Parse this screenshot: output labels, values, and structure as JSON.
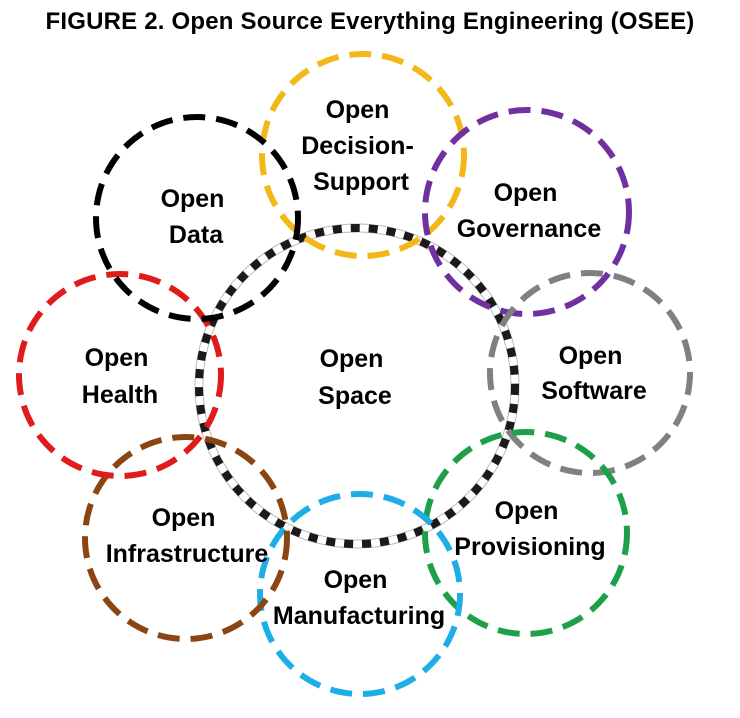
{
  "title": "FIGURE 2. Open Source Everything Engineering (OSEE)",
  "center": {
    "line1": "Open",
    "line2": "Space",
    "outline_color": "#1a1a1a"
  },
  "nodes": [
    {
      "id": "decision-support",
      "line1": "Open",
      "line2": "Decision-",
      "line3": "Support",
      "color": "#F2B81A"
    },
    {
      "id": "governance",
      "line1": "Open",
      "line2": "Governance",
      "color": "#7030A0"
    },
    {
      "id": "software",
      "line1": "Open",
      "line2": "Software",
      "color": "#808080"
    },
    {
      "id": "provisioning",
      "line1": "Open",
      "line2": "Provisioning",
      "color": "#1EA04A"
    },
    {
      "id": "manufacturing",
      "line1": "Open",
      "line2": "Manufacturing",
      "color": "#1EAEE6"
    },
    {
      "id": "infrastructure",
      "line1": "Open",
      "line2": "Infrastructure",
      "color": "#8B4513"
    },
    {
      "id": "health",
      "line1": "Open",
      "line2": "Health",
      "color": "#E01B1B"
    },
    {
      "id": "data",
      "line1": "Open",
      "line2": "Data",
      "color": "#000000"
    }
  ]
}
